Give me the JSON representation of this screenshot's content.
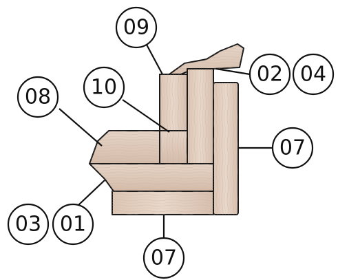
{
  "callouts": {
    "c09": "09",
    "c10": "10",
    "c08": "08",
    "c02": "02",
    "c04": "04",
    "c07_right": "07",
    "c03": "03",
    "c01": "01",
    "c07_bottom": "07"
  },
  "colors": {
    "wood_light": "#e6d4c6",
    "wood_mid": "#d9c2b1",
    "wood_dark": "#cbb09c",
    "outline": "#1a1a1a"
  }
}
